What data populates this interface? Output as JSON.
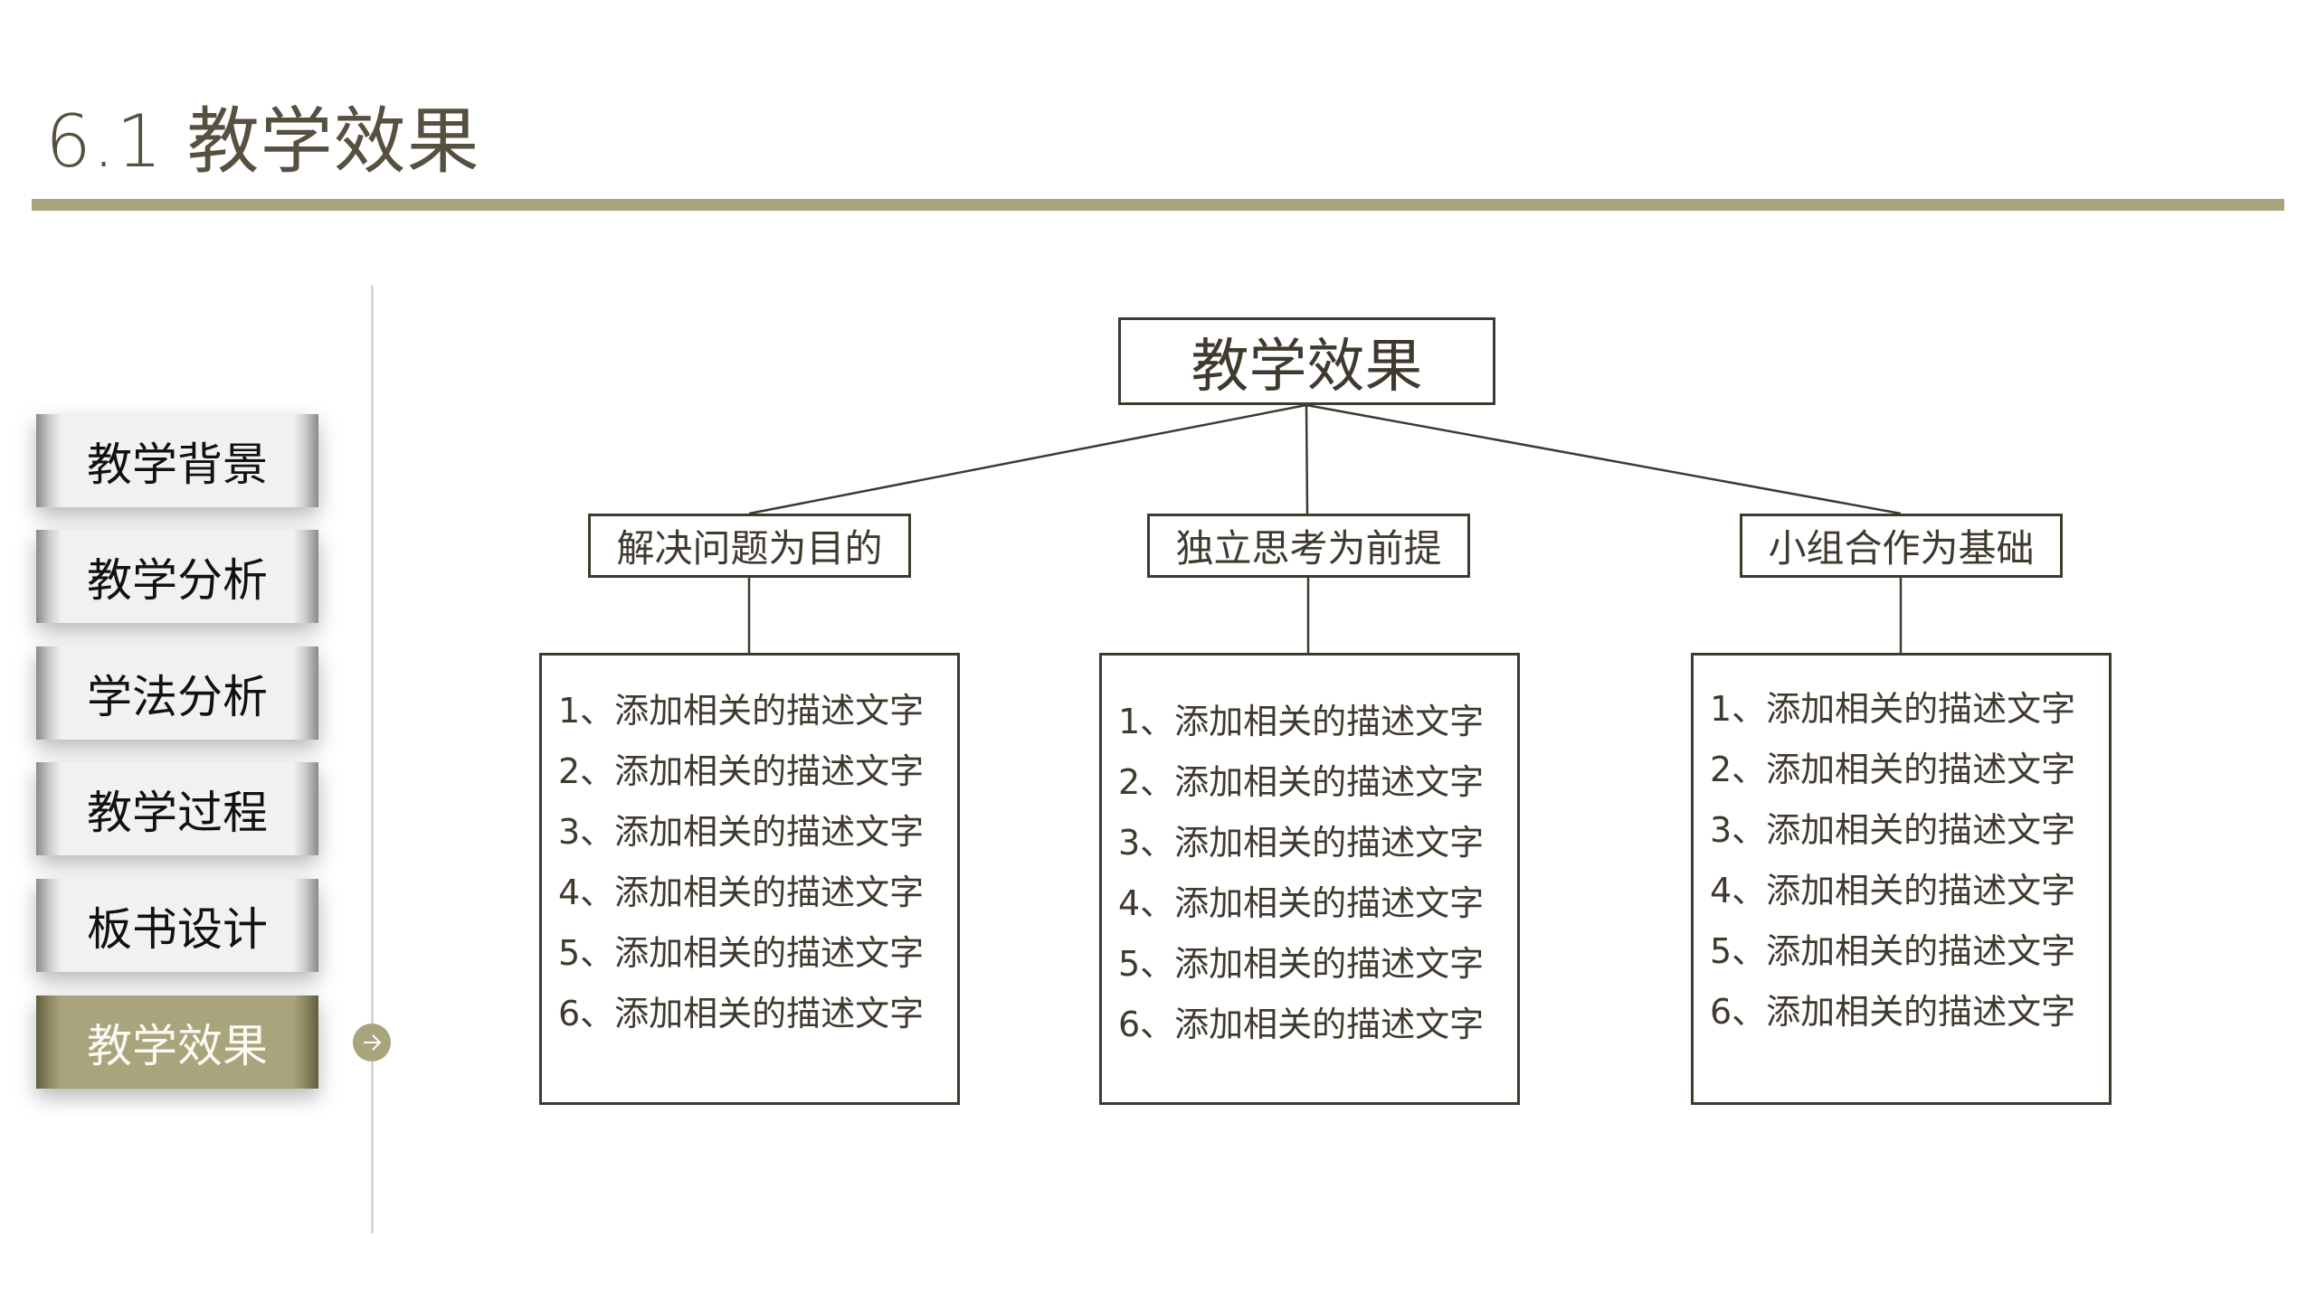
{
  "header": {
    "title": "6.1 教学效果"
  },
  "colors": {
    "accent": "#a8a47c",
    "text": "#3f3a2e",
    "divider": "#d6d6d6"
  },
  "sidebar": {
    "items": [
      {
        "label": "教学背景",
        "active": false
      },
      {
        "label": "教学分析",
        "active": false
      },
      {
        "label": "学法分析",
        "active": false
      },
      {
        "label": "教学过程",
        "active": false
      },
      {
        "label": "板书设计",
        "active": false
      },
      {
        "label": "教学效果",
        "active": true
      }
    ],
    "active_indicator_icon": "arrow-right-circle-icon"
  },
  "diagram": {
    "root": "教学效果",
    "branches": [
      {
        "title": "解决问题为目的",
        "items": [
          "1、添加相关的描述文字",
          "2、添加相关的描述文字",
          "3、添加相关的描述文字",
          "4、添加相关的描述文字",
          "5、添加相关的描述文字",
          "6、添加相关的描述文字"
        ]
      },
      {
        "title": "独立思考为前提",
        "items": [
          "1、添加相关的描述文字",
          "2、添加相关的描述文字",
          "3、添加相关的描述文字",
          "4、添加相关的描述文字",
          "5、添加相关的描述文字",
          "6、添加相关的描述文字"
        ]
      },
      {
        "title": "小组合作为基础",
        "items": [
          "1、添加相关的描述文字",
          "2、添加相关的描述文字",
          "3、添加相关的描述文字",
          "4、添加相关的描述文字",
          "5、添加相关的描述文字",
          "6、添加相关的描述文字"
        ]
      }
    ]
  }
}
